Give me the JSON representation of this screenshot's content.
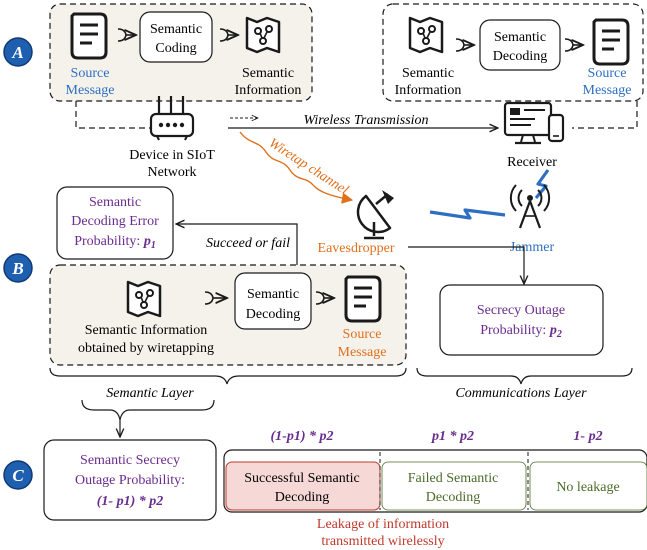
{
  "section_markers": {
    "a": "A",
    "b": "B",
    "c": "C"
  },
  "top_left": {
    "source_message_line1": "Source",
    "source_message_line2": "Message",
    "semantic_coding_line1": "Semantic",
    "semantic_coding_line2": "Coding",
    "semantic_information_line1": "Semantic",
    "semantic_information_line2": "Information"
  },
  "top_right": {
    "semantic_information_line1": "Semantic",
    "semantic_information_line2": "Information",
    "semantic_decoding_line1": "Semantic",
    "semantic_decoding_line2": "Decoding",
    "source_message_line1": "Source",
    "source_message_line2": "Message"
  },
  "device_label_line1": "Device in SIoT",
  "device_label_line2": "Network",
  "wireless_transmission": "Wireless Transmission",
  "receiver_label": "Receiver",
  "wiretap_channel": "Wiretap channel",
  "eavesdropper_label": "Eavesdropper",
  "jammer_label": "Jammer",
  "error_prob": {
    "line1": "Semantic",
    "line2": "Decoding Error",
    "line3_prefix": "Probability: ",
    "symbol": "p",
    "sub": "1"
  },
  "succeed_or_fail": "Succeed or fail",
  "middle": {
    "semantic_info_line1": "Semantic Information",
    "semantic_info_line2": "obtained by wiretapping",
    "semantic_decoding_line1": "Semantic",
    "semantic_decoding_line2": "Decoding",
    "source_message_line1": "Source",
    "source_message_line2": "Message"
  },
  "secrecy_outage": {
    "line1": "Secrecy Outage",
    "line2_prefix": "Probability: ",
    "symbol": "p",
    "sub": "2"
  },
  "semantic_layer": "Semantic Layer",
  "communications_layer": "Communications Layer",
  "semantic_secrecy": {
    "line1": "Semantic Secrecy",
    "line2": "Outage Probability:",
    "line3": "(1- p1) * p2"
  },
  "column_headers": [
    "(1-p1) * p2",
    "p1 * p2",
    "1- p2"
  ],
  "outcomes": {
    "success_line1": "Successful Semantic",
    "success_line2": "Decoding",
    "failed_line1": "Failed Semantic",
    "failed_line2": "Decoding",
    "no_leakage": "No leakage"
  },
  "leakage_line1": "Leakage of information",
  "leakage_line2": "transmitted wirelessly",
  "colors": {
    "blue_text": "#2e6fc2",
    "orange_text": "#e0701c",
    "purple_text": "#6a2b8e",
    "marker_blue": "#1f5fb0",
    "red_text": "#c0392b",
    "green_text": "#4c6b2a",
    "success_fill": "#f6d9d6",
    "panel_fill": "#f5f2ec"
  }
}
